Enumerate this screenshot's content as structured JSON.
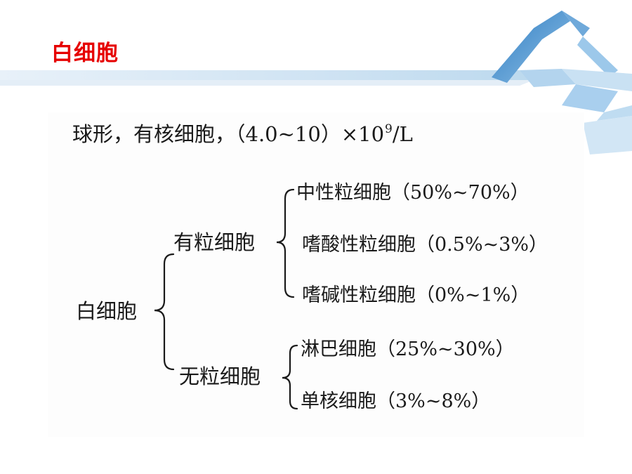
{
  "slide": {
    "title": "白细胞"
  },
  "intro": {
    "text": "球形，有核细胞，（4.0~10）×10",
    "exponent": "9",
    "unit": "/L"
  },
  "tree": {
    "root": "白细胞",
    "granulocytes": {
      "label": "有粒细胞",
      "items": [
        "中性粒细胞（50%~70%）",
        "嗜酸性粒细胞（0.5%~3%）",
        "嗜碱性粒细胞（0%~1%）"
      ]
    },
    "agranulocytes": {
      "label": "无粒细胞",
      "items": [
        "淋巴细胞（25%~30%）",
        "单核细胞（3%~8%）"
      ]
    }
  },
  "colors": {
    "title": "#e60000",
    "band": "#d7e8f5",
    "ribbon_dark": "#3d88c9",
    "ribbon_light": "#b9d8ee"
  }
}
